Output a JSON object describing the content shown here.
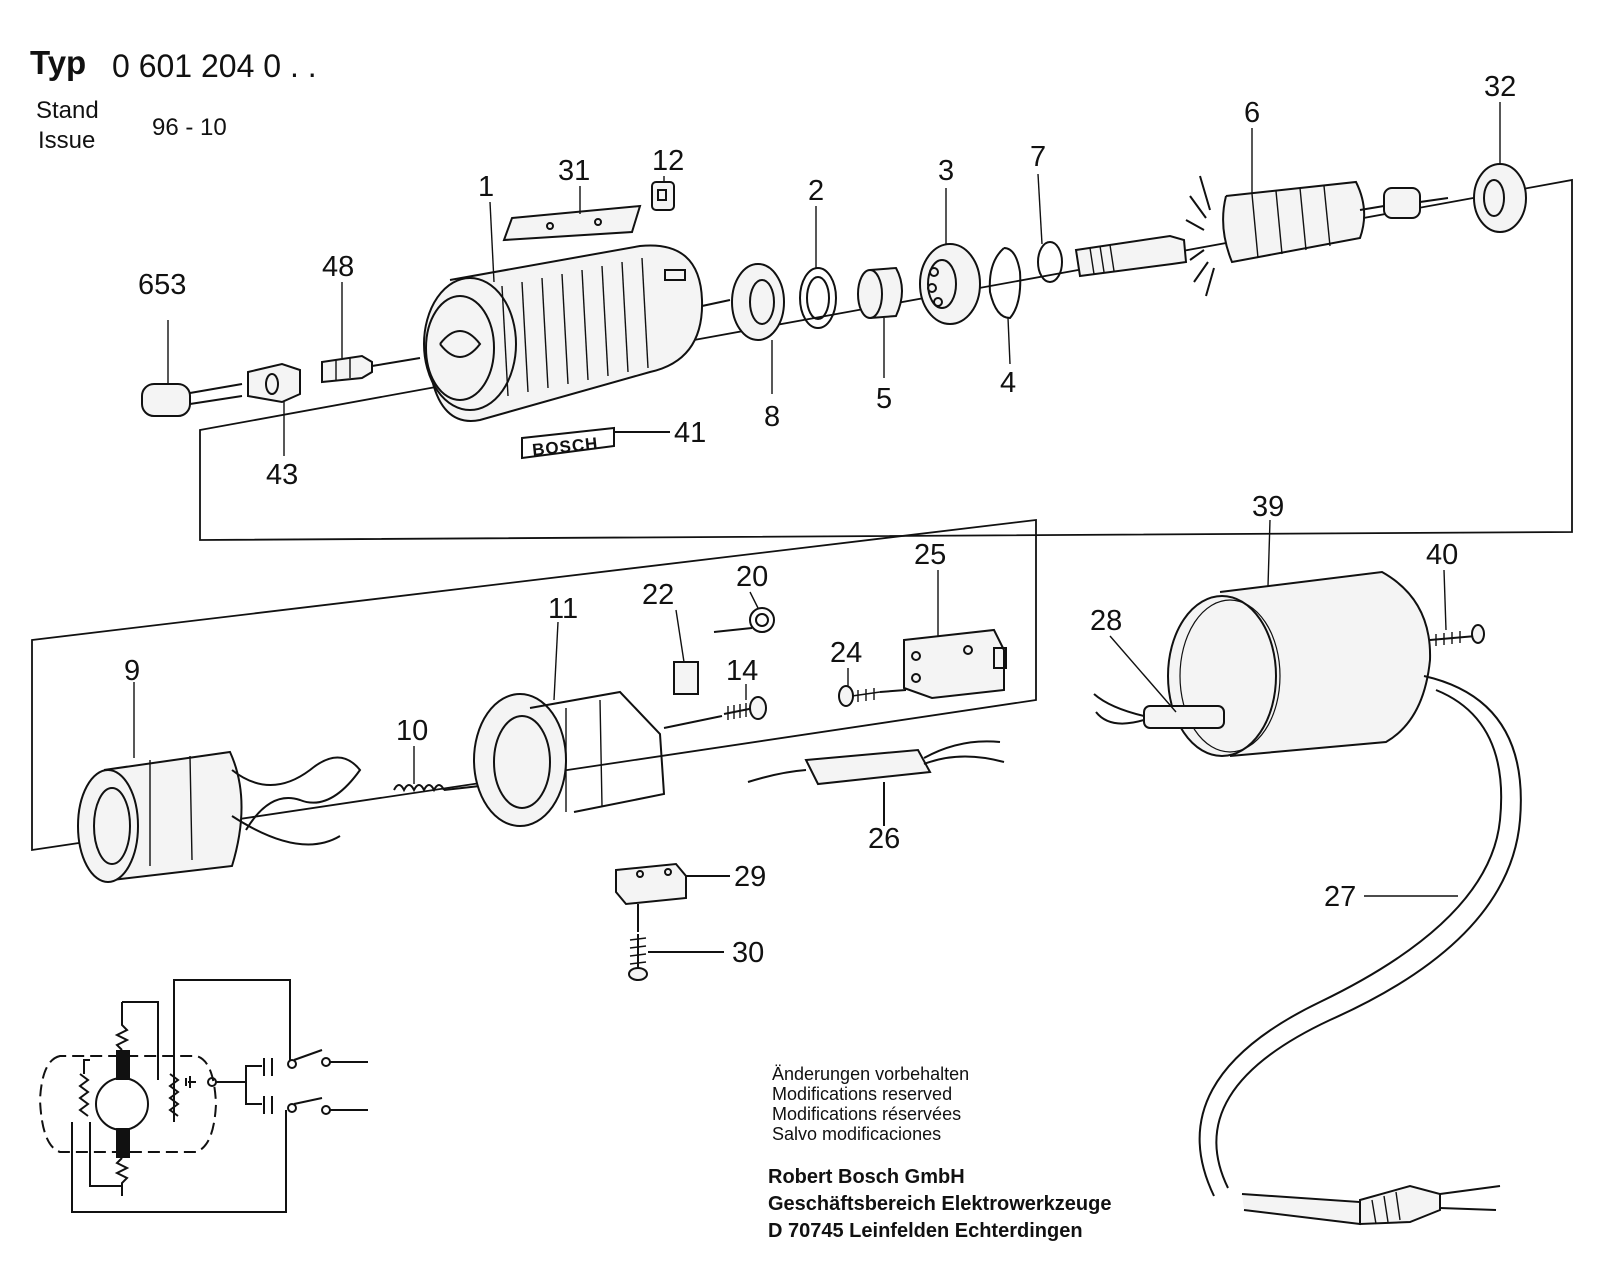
{
  "header": {
    "typ_label": "Typ",
    "typ_number": "0 601 204 0 . .",
    "stand_label": "Stand",
    "issue_label": "Issue",
    "issue_date": "96 - 10"
  },
  "brand_plate": "BOSCH",
  "callouts": {
    "p653": "653",
    "p48": "48",
    "p1": "1",
    "p31": "31",
    "p12": "12",
    "p2": "2",
    "p3": "3",
    "p7": "7",
    "p6": "6",
    "p32": "32",
    "p43": "43",
    "p41": "41",
    "p8": "8",
    "p5": "5",
    "p4": "4",
    "p9": "9",
    "p10": "10",
    "p11": "11",
    "p22": "22",
    "p20": "20",
    "p14": "14",
    "p24": "24",
    "p25": "25",
    "p26": "26",
    "p29": "29",
    "p30": "30",
    "p39": "39",
    "p40": "40",
    "p28": "28",
    "p27": "27"
  },
  "notes": [
    "Änderungen vorbehalten",
    "Modifications reserved",
    "Modifications réservées",
    "Salvo modificaciones"
  ],
  "company": [
    "Robert Bosch GmbH",
    "Geschäftsbereich Elektrowerkzeuge",
    "D 70745 Leinfelden Echterdingen"
  ]
}
